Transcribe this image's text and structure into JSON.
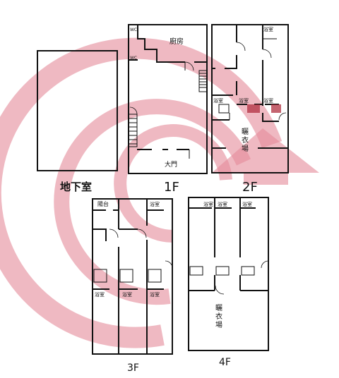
{
  "overlay": {
    "color": "#e07b8c",
    "opacity": 0.55
  },
  "labels": {
    "basement": "地下室",
    "floor1": "1F",
    "floor2": "2F",
    "floor3": "3F",
    "floor4": "4F",
    "kitchen": "廚房",
    "main_door": "大門",
    "wc": "WC",
    "bathroom": "浴室",
    "balcony": "陽台",
    "drying_yard": "曬衣場"
  }
}
